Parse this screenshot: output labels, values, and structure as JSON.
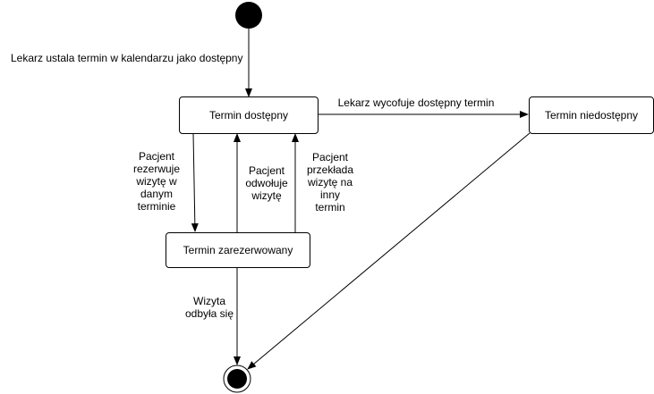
{
  "diagram": {
    "states": {
      "available": "Termin dostępny",
      "unavailable": "Termin niedostępny",
      "reserved": "Termin zarezerwowany"
    },
    "transitions": {
      "initial_to_available": "Lekarz ustala termin w kalendarzu jako dostępny",
      "available_to_unavailable": "Lekarz wycofuje dostępny termin",
      "patient_reserves": "Pacjent\nrezerwuje\nwizytę w\ndanym\nterminie",
      "patient_cancels": "Pacjent\nodwołuje\nwizytę",
      "patient_reschedules": "Pacjent\nprzekłada\nwizytę na\ninny\ntermin",
      "visit_done": "Wizyta\nodbyła się"
    },
    "colors": {
      "line": "#000000",
      "fill": "#ffffff"
    }
  }
}
